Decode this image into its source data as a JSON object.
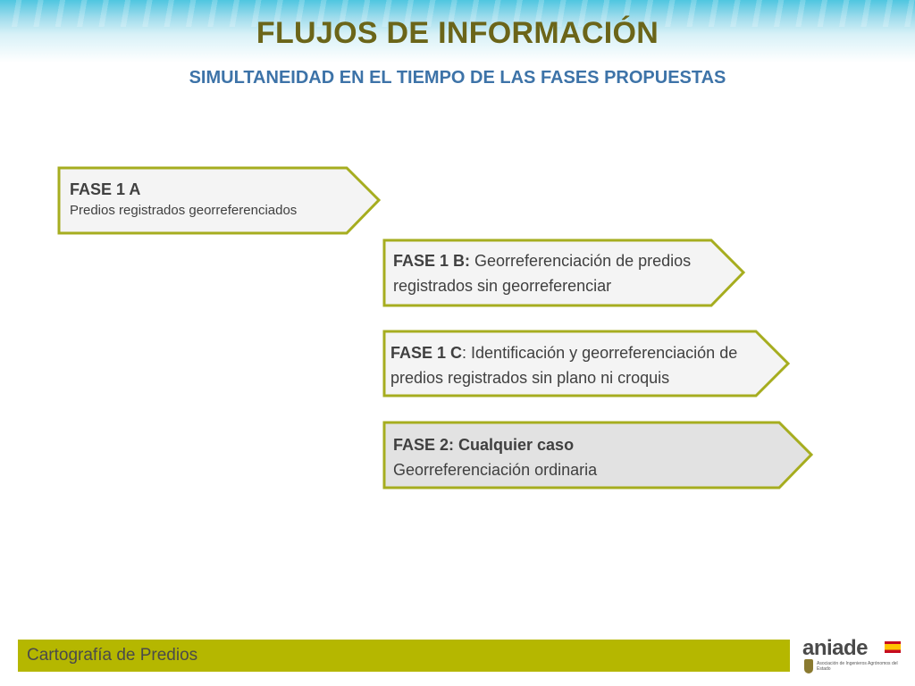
{
  "header": {
    "title": "FLUJOS DE INFORMACIÓN",
    "subtitle": "SIMULTANEIDAD EN EL TIEMPO DE LAS FASES PROPUESTAS"
  },
  "phases": [
    {
      "title": "FASE 1 A",
      "description": "Predios registrados georreferenciados"
    },
    {
      "title": "FASE 1 B:",
      "description": " Georreferenciación de predios registrados sin georreferenciar"
    },
    {
      "title": "FASE 1 C",
      "description": ": Identificación y georreferenciación de predios registrados sin plano ni croquis"
    },
    {
      "title": "FASE 2: Cualquier caso",
      "description": "Georreferenciación ordinaria"
    }
  ],
  "footer": {
    "label": "Cartografía de Predios"
  },
  "logo": {
    "name": "aniade",
    "subtext": "Asociación de Ingenieros Agrónomos del Estado"
  },
  "colors": {
    "title": "#6b6519",
    "subtitle": "#3d73a8",
    "arrow_border": "#a6ad1f",
    "arrow_fill": "#f4f4f4",
    "arrow_fill_last": "#e2e2e2",
    "footer_band": "#b5b700"
  }
}
